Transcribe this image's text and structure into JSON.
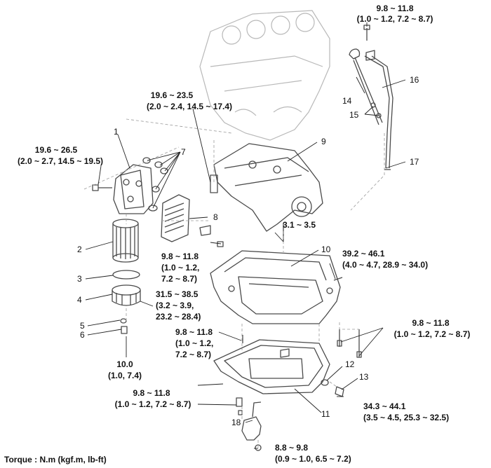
{
  "torque_note": "Torque : N.m (kgf.m, lb-ft)",
  "part_numbers": [
    "1",
    "2",
    "3",
    "4",
    "5",
    "6",
    "7",
    "8",
    "9",
    "10",
    "11",
    "12",
    "13",
    "14",
    "15",
    "16",
    "17",
    "18"
  ],
  "torque_specs": {
    "dipstick_top": [
      "9.8 ~ 11.8",
      "(1.0 ~ 1.2, 7.2 ~ 8.7)"
    ],
    "cylinder_block_bolt": [
      "19.6 ~ 23.5",
      "(2.0 ~ 2.4, 14.5 ~ 17.4)"
    ],
    "oil_filter_housing_bolt": [
      "19.6 ~ 26.5",
      "(2.0 ~ 2.7, 14.5 ~ 19.5)"
    ],
    "oil_pump_bolt": [
      "3.1 ~ 3.5"
    ],
    "oil_cooler_bolt": [
      "9.8 ~ 11.8",
      "(1.0 ~ 1.2,",
      "7.2 ~ 8.7)"
    ],
    "upper_pan_side_bolt": [
      "39.2 ~ 46.1",
      "(4.0 ~ 4.7, 28.9 ~ 34.0)"
    ],
    "oil_filter_cap": [
      "31.5 ~ 38.5",
      "(3.2 ~ 3.9,",
      "23.2 ~ 28.4)"
    ],
    "drain_plug_small": [
      "10.0",
      "(1.0, 7.4)"
    ],
    "lower_pan_bolt_left": [
      "9.8 ~ 11.8",
      "(1.0 ~ 1.2,",
      "7.2 ~ 8.7)"
    ],
    "upper_pan_stud_bolts": [
      "9.8 ~ 11.8",
      "(1.0 ~ 1.2, 7.2 ~ 8.7)"
    ],
    "lower_pan_bolt_bottom": [
      "9.8 ~ 11.8",
      "(1.0 ~ 1.2, 7.2 ~ 8.7)"
    ],
    "drain_plug": [
      "34.3 ~ 44.1",
      "(3.5 ~ 4.5, 25.3 ~ 32.5)"
    ],
    "oil_strainer_bolt": [
      "8.8 ~ 9.8",
      "(0.9 ~ 1.0, 6.5 ~ 7.2)"
    ]
  }
}
